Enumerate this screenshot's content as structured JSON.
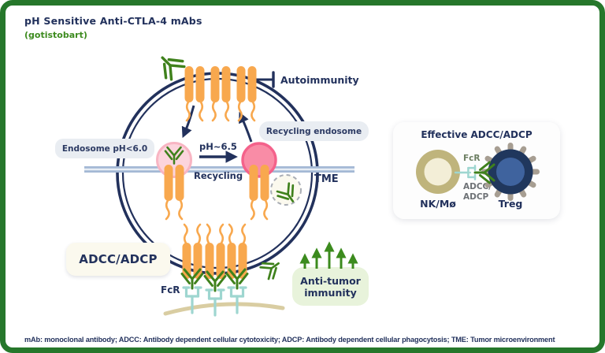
{
  "header": {
    "title": "pH Sensitive Anti-CTLA-4 mAbs",
    "subtitle": "(gotistobart)"
  },
  "cycle": {
    "autoimmunity": "Autoimmunity",
    "endosome_label": "Endosome pH<6.0",
    "ph_shift": "pH~6.5",
    "recycling": "Recycling",
    "recycling_endosome": "Recycling endosome",
    "tme": "TME",
    "adcc_box": "ADCC/ADCP",
    "fcr": "FcR",
    "anti_tumor": {
      "line1": "Anti-tumor",
      "line2": "immunity"
    }
  },
  "panel": {
    "title": "Effective ADCC/ADCP",
    "fcr": "FcR",
    "adcc": {
      "line1": "ADCC/",
      "line2": "ADCP"
    },
    "nk": "NK/Mø",
    "treg": "Treg"
  },
  "footnote": "mAb: monoclonal antibody; ADCC: Antibody dependent cellular cytotoxicity; ADCP: Antibody dependent cellular phagocytosis; TME: Tumor microenvironment",
  "colors": {
    "frame_green": "#26772b",
    "navy": "#22315c",
    "text_green": "#3d8b1f",
    "receptor_orange": "#f8a84e",
    "endosome_pink_light": "#fcd4dd",
    "endosome_pink_dark": "#f98ca6",
    "membrane_blue": "#a4b8d5",
    "fcr_teal": "#9ed6d0",
    "antibody_green": "#3f811c",
    "nk_tan": "#bfb47c",
    "treg_navy": "#20375d",
    "treg_blue": "#3f639e",
    "knob_gray": "#a79e92",
    "beige_membrane": "#d9cda2"
  }
}
